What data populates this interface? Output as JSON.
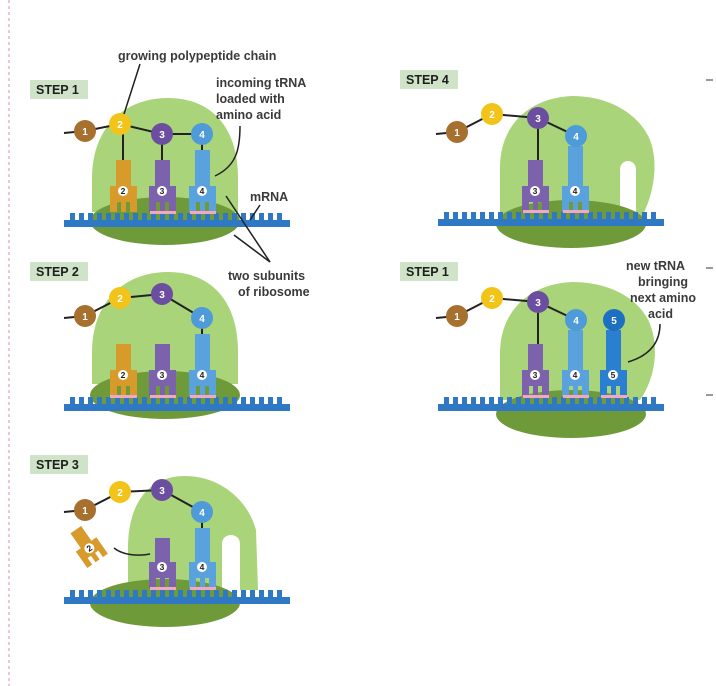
{
  "steps": {
    "top_left": "STEP 1",
    "mid_left": "STEP 2",
    "bottom_left": "STEP 3",
    "top_right": "STEP 4",
    "mid_right": "STEP 1"
  },
  "labels": {
    "growing_chain": "growing polypeptide chain",
    "incoming_trna": [
      "incoming tRNA",
      "loaded with",
      "amino acid"
    ],
    "mrna": "mRNA",
    "two_subunits": [
      "two subunits",
      "of ribosome"
    ],
    "new_trna": [
      "new tRNA",
      "bringing",
      "next amino",
      "acid"
    ]
  },
  "beads": [
    "1",
    "2",
    "3",
    "4",
    "5"
  ],
  "trna_numbers": [
    "2",
    "3",
    "4",
    "5"
  ],
  "colors": {
    "ribosome_large": "#a9d47a",
    "ribosome_small": "#6f9a3a",
    "mrna": "#2e78c4",
    "bead1": "#a7702e",
    "bead2": "#f2c419",
    "bead3": "#6b4ea0",
    "bead4": "#4f9ad8",
    "bead5": "#1d6fc2",
    "trna2": "#d89a2a",
    "trna3": "#7c62ad",
    "trna4": "#5aa2de",
    "trna5": "#2b7fd0",
    "step_box": "#cfe3c9",
    "codon_pair": "#f2a7c3"
  }
}
